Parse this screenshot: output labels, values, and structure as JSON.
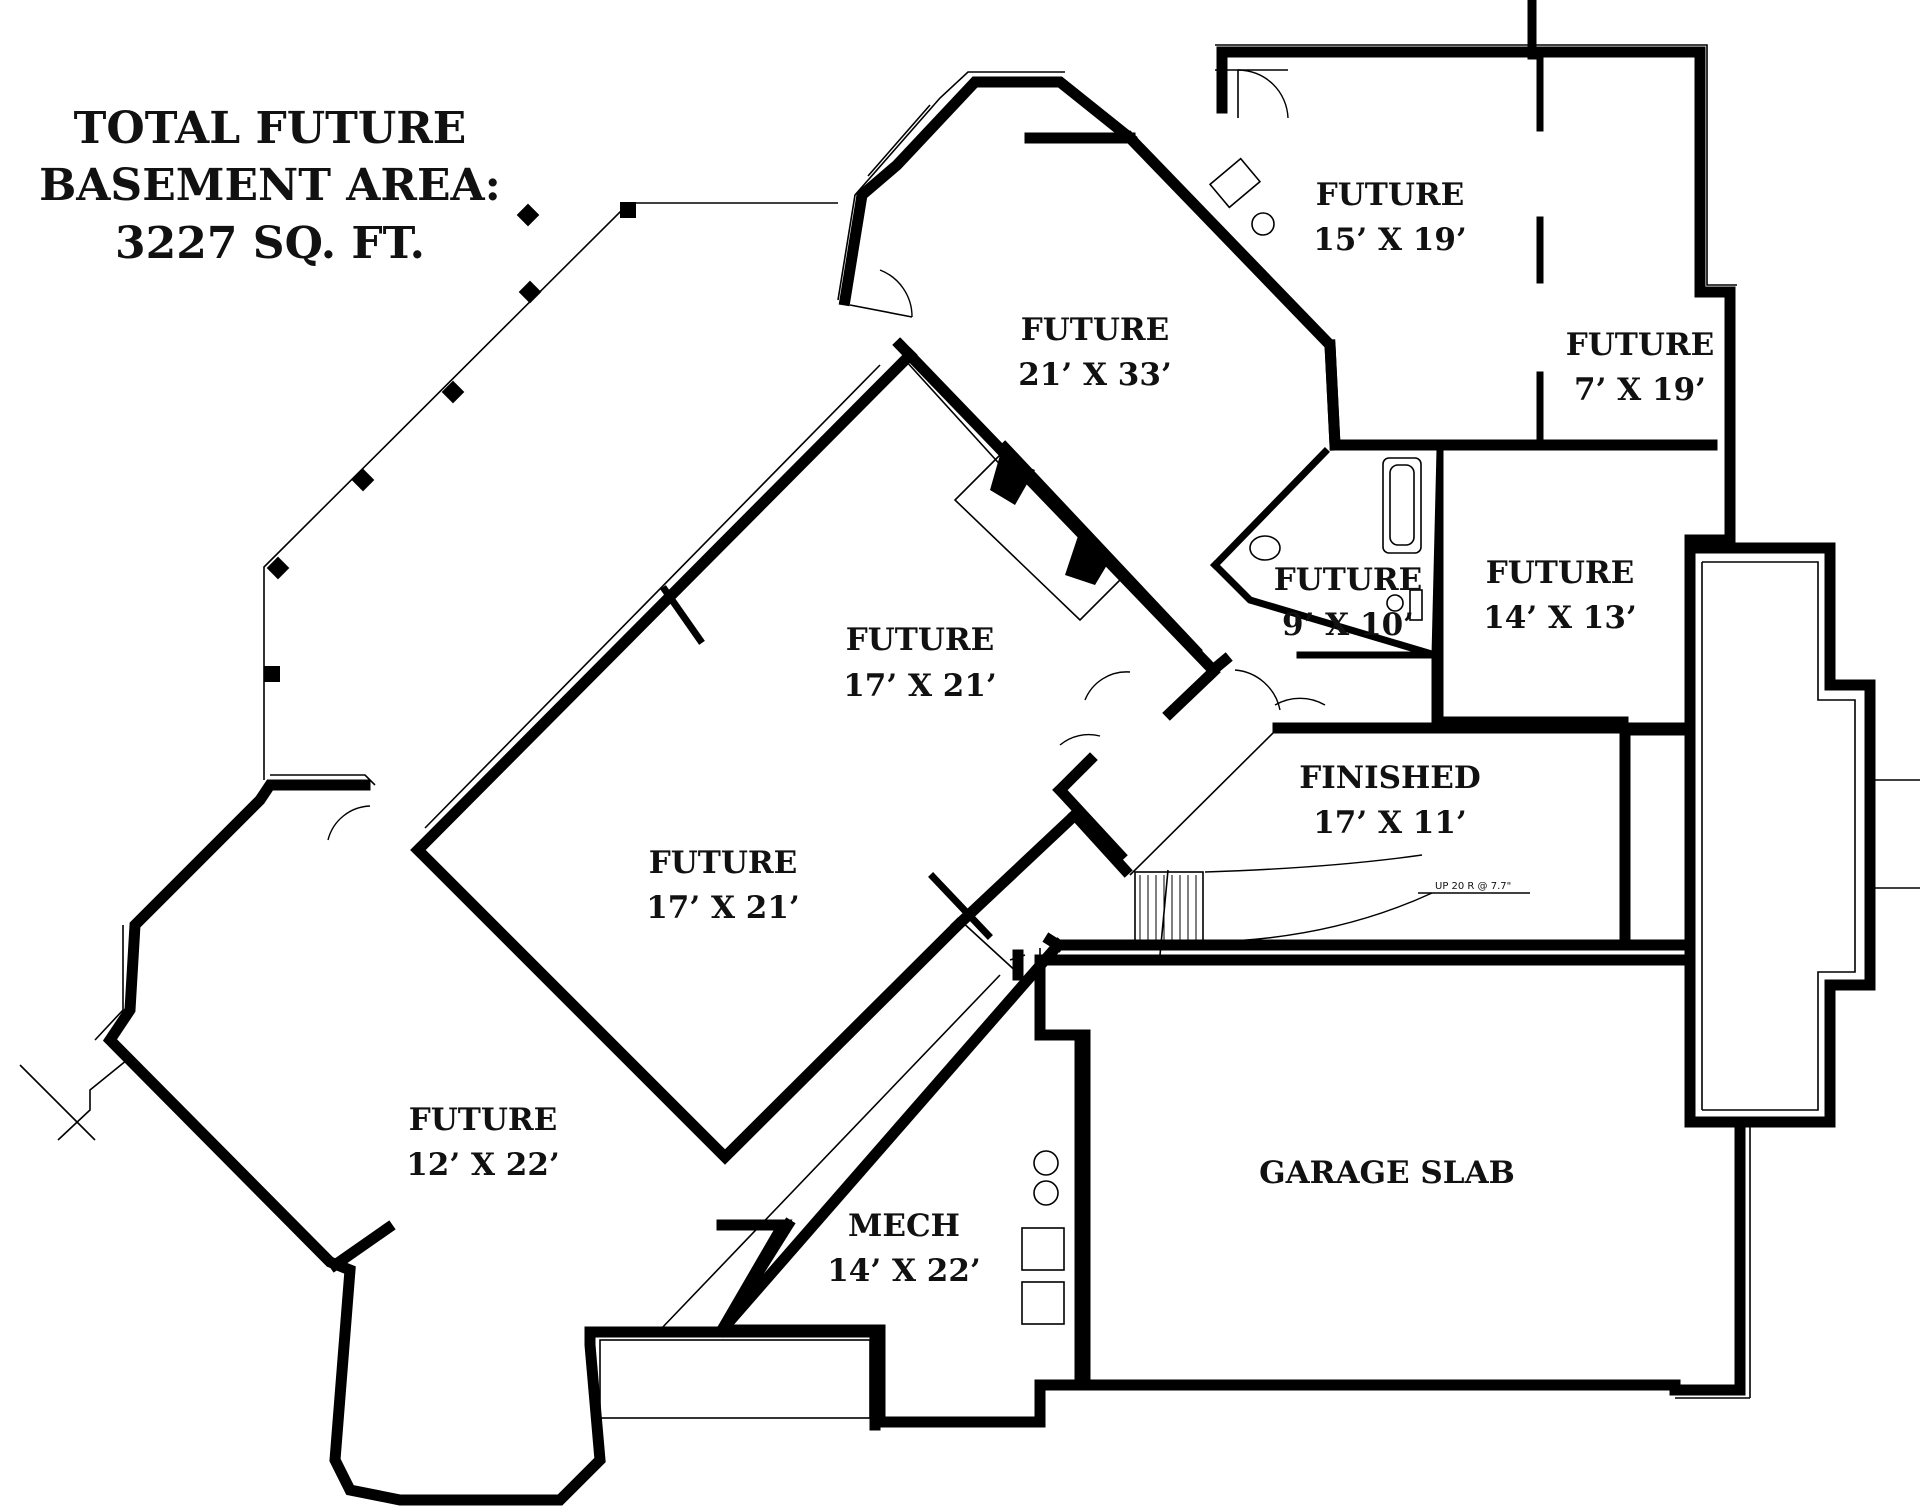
{
  "total_area": {
    "line1": "TOTAL FUTURE",
    "line2": "BASEMENT AREA:",
    "line3": "3227 SQ. FT."
  },
  "rooms": [
    {
      "id": "r1",
      "name": "FUTURE",
      "size": "15’ X 19’"
    },
    {
      "id": "r2",
      "name": "FUTURE",
      "size": "21’ X 33’"
    },
    {
      "id": "r3",
      "name": "FUTURE",
      "size": "7’ X 19’"
    },
    {
      "id": "r4",
      "name": "FUTURE",
      "size": "9’ X 10’"
    },
    {
      "id": "r5",
      "name": "FUTURE",
      "size": "14’ X 13’"
    },
    {
      "id": "r6",
      "name": "FUTURE",
      "size": "17’ X 21’"
    },
    {
      "id": "r7",
      "name": "FINISHED",
      "size": "17’ X 11’"
    },
    {
      "id": "r8",
      "name": "FUTURE",
      "size": "17’ X 21’"
    },
    {
      "id": "r9",
      "name": "FUTURE",
      "size": "12’ X 22’"
    },
    {
      "id": "r10",
      "name": "GARAGE SLAB",
      "size": ""
    },
    {
      "id": "r11",
      "name": "MECH",
      "size": "14’ X 22’"
    }
  ],
  "stair_note": "UP 20 R @ 7.7\""
}
